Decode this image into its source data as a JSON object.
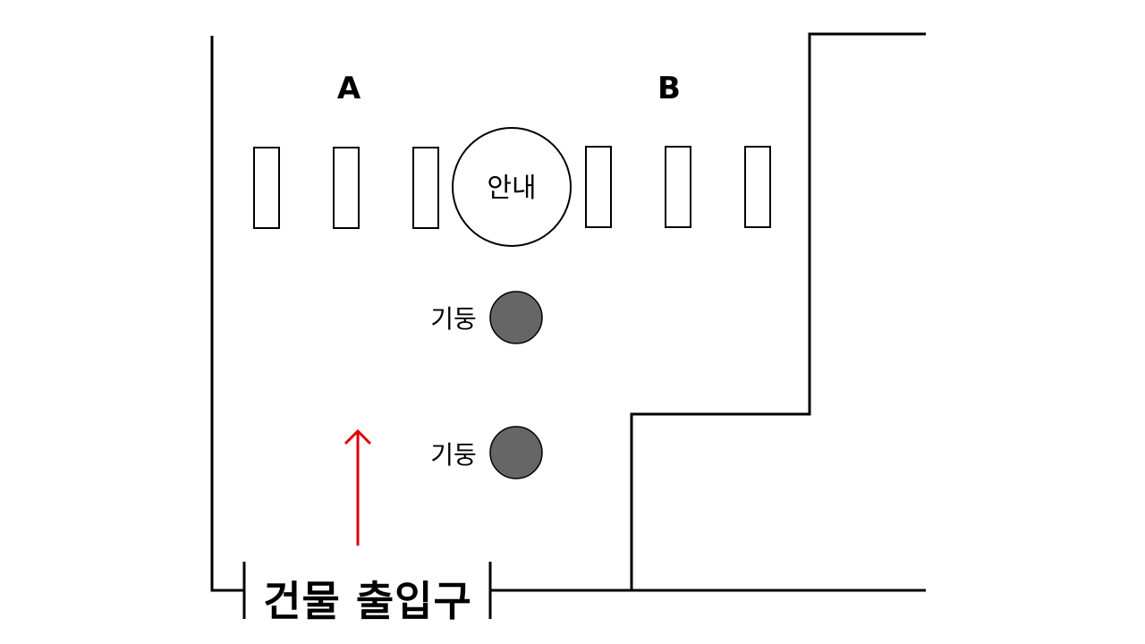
{
  "zones": {
    "a_label": "A",
    "b_label": "B"
  },
  "info_desk": {
    "label": "안내"
  },
  "pillars": [
    {
      "label": "기둥"
    },
    {
      "label": "기둥"
    }
  ],
  "entrance": {
    "label": "건물 출입구"
  },
  "colors": {
    "walls": "#000000",
    "pillar_fill": "#666666",
    "arrow": "#e00000",
    "background": "#ffffff"
  }
}
